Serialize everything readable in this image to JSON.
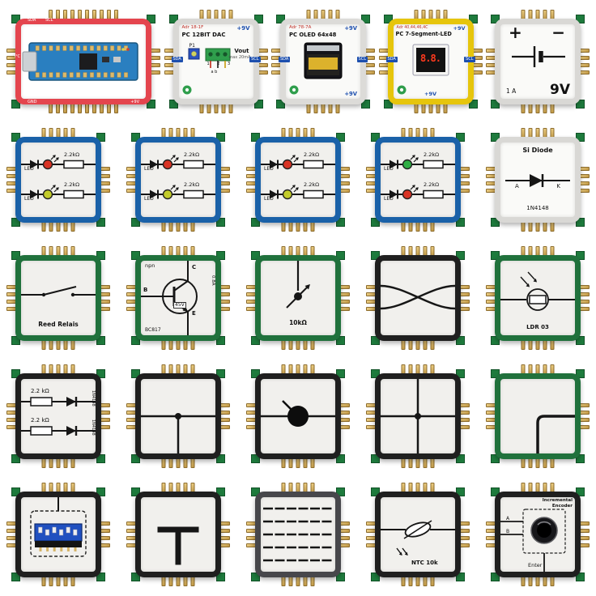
{
  "page": {
    "background": "#ffffff",
    "description": "Grid of 25 Brick'R'knowledge electronic circuit bricks"
  },
  "colors": {
    "pin_gold": "#cfa44c",
    "pcb_green": "#1e7b3d",
    "led_blue_frame": "#1a61a8",
    "black_frame": "#1f1f1f",
    "green_frame": "#20713c"
  },
  "rows": [
    [
      {
        "name": "arduino-nano-brick",
        "kind": "arduino",
        "wide": true,
        "frame": "#e4454e",
        "face": "#ffffff",
        "labels": {
          "sda": "SDA",
          "scl": "SCL",
          "i2c": "I²C",
          "gnd": "GND",
          "v9": "+9V"
        }
      },
      {
        "name": "dac-12bit-brick",
        "kind": "dac",
        "frame": "#d9d8d5",
        "face": "#fafaf8",
        "labels": {
          "addr": "Adr 18-1F",
          "title": "PC 12BIT DAC",
          "v9": "+9V",
          "p1": "P1",
          "nums": "1 2 3",
          "vout": "Vout",
          "max": "max 20mA",
          "ab": "a  b",
          "sda": "SDA",
          "scl": "SCL"
        }
      },
      {
        "name": "oled-64x48-brick",
        "kind": "oled",
        "frame": "#dcdbd8",
        "face": "#fafaf8",
        "labels": {
          "addr": "Adr 78-7A",
          "title": "PC OLED 64x48",
          "v9_top": "+9V",
          "v9_bottom": "+9V",
          "sda": "SDA",
          "scl": "SCL"
        }
      },
      {
        "name": "seven-segment-led-brick",
        "kind": "sevenseg",
        "frame": "#e6c50c",
        "face": "#fafaf8",
        "labels": {
          "addr": "Adr 40,44,46,4C",
          "title": "PC 7-Segment-LED",
          "v9_top": "+9V",
          "v9_bottom": "+9V",
          "digits": "8.8.",
          "sda": "SDA",
          "scl": "SCL"
        }
      },
      {
        "name": "battery-9v-brick",
        "kind": "battery",
        "frame": "#d9d8d5",
        "face": "#fafaf8",
        "labels": {
          "plus": "+",
          "minus": "−",
          "amp": "1 A",
          "volt": "9V"
        }
      }
    ],
    [
      {
        "name": "led-resistor-brick-1",
        "kind": "led2",
        "frame": "#1a61a8",
        "colors": {
          "led1": "#d93425",
          "led2": "#c3cc2a"
        },
        "labels": {
          "led1": "LED",
          "res1": "2.2kΩ",
          "led2": "LED",
          "res2": "2.2kΩ"
        }
      },
      {
        "name": "led-resistor-brick-2",
        "kind": "led2",
        "frame": "#1a61a8",
        "colors": {
          "led1": "#d93425",
          "led2": "#c3cc2a"
        },
        "labels": {
          "led1": "LED",
          "res1": "2.2kΩ",
          "led2": "LED",
          "res2": "2.2kΩ"
        }
      },
      {
        "name": "led-resistor-brick-3",
        "kind": "led2",
        "frame": "#1a61a8",
        "colors": {
          "led1": "#d93425",
          "led2": "#c3cc2a"
        },
        "labels": {
          "led1": "LED",
          "res1": "2.2kΩ",
          "led2": "LED",
          "res2": "2.2kΩ"
        }
      },
      {
        "name": "led-resistor-brick-4",
        "kind": "led2",
        "frame": "#1a61a8",
        "colors": {
          "led1": "#2fae44",
          "led2": "#d93425"
        },
        "labels": {
          "led1": "LED",
          "res1": "2.2kΩ",
          "led2": "LED",
          "res2": "2.2kΩ"
        }
      },
      {
        "name": "si-diode-brick",
        "kind": "sidiode",
        "frame": "#d9d8d5",
        "face": "#fafaf8",
        "labels": {
          "title": "Si Diode",
          "a": "A",
          "k": "K",
          "part": "1N4148"
        }
      }
    ],
    [
      {
        "name": "reed-relay-brick",
        "kind": "reed",
        "frame": "#20713c",
        "labels": {
          "title": "Reed Relais"
        }
      },
      {
        "name": "npn-transistor-brick",
        "kind": "npn",
        "frame": "#20713c",
        "labels": {
          "type": "npn",
          "c": "C",
          "b": "B",
          "e": "E",
          "v": "45V",
          "part": "BC817",
          "amp": "0.8A"
        }
      },
      {
        "name": "trimmer-10k-brick",
        "kind": "pot10k",
        "frame": "#20713c",
        "labels": {
          "value": "10kΩ"
        }
      },
      {
        "name": "crossover-brick",
        "kind": "crossover",
        "frame": "#1f1f1f",
        "labels": {}
      },
      {
        "name": "ldr-brick",
        "kind": "ldr",
        "frame": "#20713c",
        "labels": {
          "title": "LDR 03"
        }
      }
    ],
    [
      {
        "name": "diode-resistor-brick",
        "kind": "dioderes",
        "frame": "#1f1f1f",
        "labels": {
          "r1": "2.2 kΩ",
          "r2": "2.2 kΩ",
          "p1": "1N4148",
          "p2": "1N4148"
        }
      },
      {
        "name": "t-junction-brick",
        "kind": "teedot",
        "frame": "#1f1f1f",
        "labels": {}
      },
      {
        "name": "potentiometer-knob-brick",
        "kind": "knob",
        "frame": "#1f1f1f",
        "labels": {}
      },
      {
        "name": "cross-junction-brick",
        "kind": "crossdot",
        "frame": "#1f1f1f",
        "labels": {}
      },
      {
        "name": "corner-connector-brick",
        "kind": "corner",
        "frame": "#20713c",
        "labels": {}
      }
    ],
    [
      {
        "name": "dip-switch-brick",
        "kind": "dip",
        "frame": "#1f1f1f",
        "labels": {}
      },
      {
        "name": "t-connector-brick",
        "kind": "teethick",
        "frame": "#1f1f1f",
        "labels": {}
      },
      {
        "name": "bus-lines-brick",
        "kind": "bus",
        "frame": "#47474b",
        "labels": {}
      },
      {
        "name": "ntc-10k-brick",
        "kind": "ntc",
        "frame": "#1f1f1f",
        "labels": {
          "value": "NTC 10k"
        }
      },
      {
        "name": "incremental-encoder-brick",
        "kind": "encoder",
        "frame": "#1f1f1f",
        "labels": {
          "title1": "Incremental",
          "title2": "Encoder",
          "a": "A",
          "b": "B",
          "enter": "Enter"
        }
      }
    ]
  ]
}
